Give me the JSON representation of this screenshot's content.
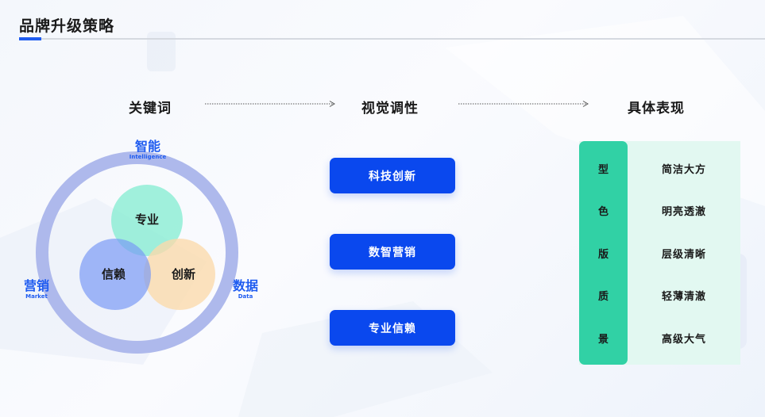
{
  "title": "品牌升级策略",
  "columns": {
    "keywords": "关键词",
    "visual_tone": "视觉调性",
    "expression": "具体表现"
  },
  "venn": {
    "ring_labels": {
      "top": {
        "zh": "智能",
        "en": "Intelligence"
      },
      "left": {
        "zh": "营销",
        "en": "Market"
      },
      "right": {
        "zh": "数据",
        "en": "Data"
      }
    },
    "circles": {
      "professional": "专业",
      "trust": "信赖",
      "innovation": "创新"
    }
  },
  "tones": [
    "科技创新",
    "数智营销",
    "专业信赖"
  ],
  "expressions": [
    {
      "key": "型",
      "value": "简洁大方"
    },
    {
      "key": "色",
      "value": "明亮透澈"
    },
    {
      "key": "版",
      "value": "层级清晰"
    },
    {
      "key": "质",
      "value": "轻薄清澈"
    },
    {
      "key": "景",
      "value": "高级大气"
    }
  ],
  "colors": {
    "accent": "#1f5cf0",
    "button": "#0a48ee",
    "table_key": "#31d1a5",
    "table_panel": "#e2f8f1",
    "ring": "#aeb9ec"
  }
}
